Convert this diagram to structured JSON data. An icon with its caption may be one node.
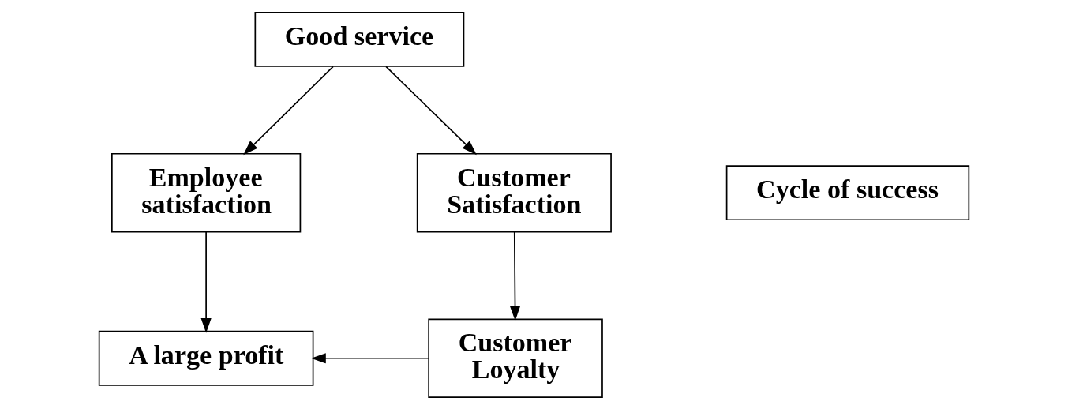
{
  "diagram": {
    "nodes": [
      {
        "text": [
          "Good service"
        ]
      },
      {
        "text": [
          "Employee satisfaction"
        ]
      },
      {
        "text": [
          "Cycle of success"
        ]
      },
      {
        "text": [
          "Customer Satisfaction"
        ]
      },
      {
        "text": [
          "A large profit"
        ]
      },
      {
        "text": [
          "Customer Loyalty"
        ]
      }
    ],
    "edges": [
      {
        "from": 0,
        "to": 1,
        "arrow": "to"
      },
      {
        "from": 0,
        "to": 3,
        "arrow": "to"
      },
      {
        "from": 1,
        "to": 4,
        "arrow": "to"
      },
      {
        "from": 3,
        "to": 5,
        "arrow": "to"
      },
      {
        "from": 5,
        "to": 4,
        "arrow": "to"
      }
    ]
  }
}
